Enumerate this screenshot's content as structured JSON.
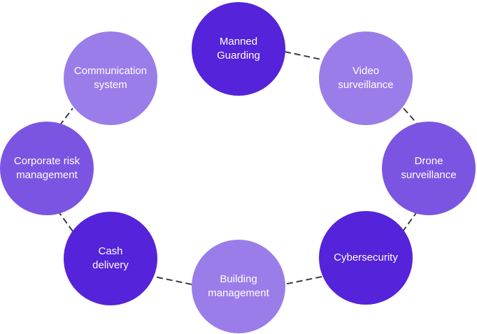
{
  "diagram": {
    "type": "cycle",
    "colors": {
      "dark": "#5523D9",
      "medium": "#7B55E2",
      "light": "#9A7DE9",
      "connector": "#3a3a4a"
    },
    "nodes": [
      {
        "id": "manned-guarding",
        "label": "Manned\nGuarding",
        "shade": "dark"
      },
      {
        "id": "video-surveillance",
        "label": "Video\nsurveillance",
        "shade": "light"
      },
      {
        "id": "drone-surveillance",
        "label": "Drone\nsurveillance",
        "shade": "medium"
      },
      {
        "id": "cybersecurity",
        "label": "Cybersecurity",
        "shade": "dark"
      },
      {
        "id": "building-management",
        "label": "Building\nmanagement",
        "shade": "light"
      },
      {
        "id": "cash-delivery",
        "label": "Cash\ndelivery",
        "shade": "dark"
      },
      {
        "id": "corporate-risk-management",
        "label": "Corporate risk\nmanagement",
        "shade": "medium"
      },
      {
        "id": "communication-system",
        "label": "Communication\nsystem",
        "shade": "light"
      }
    ]
  }
}
